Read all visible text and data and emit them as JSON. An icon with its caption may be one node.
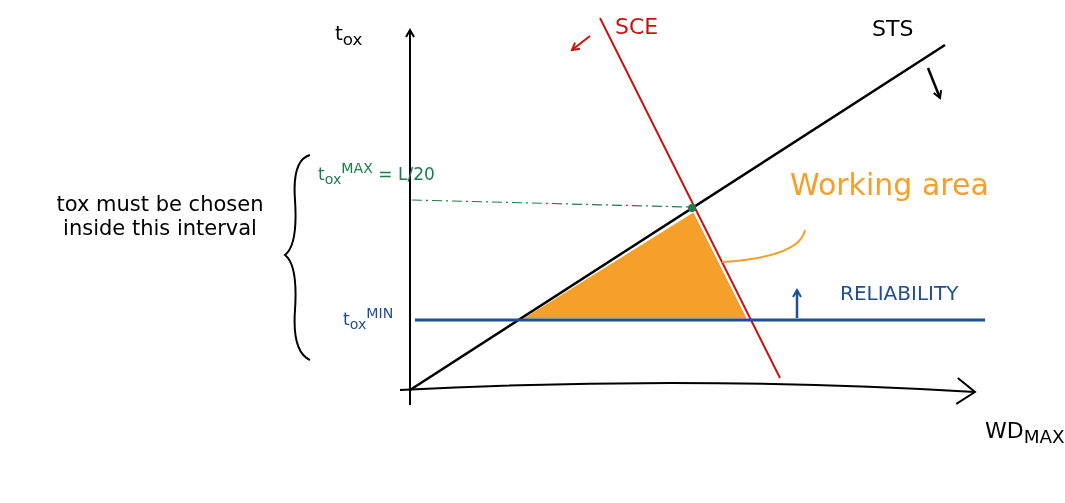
{
  "diagram": {
    "nodes": [
      {
        "text": [
          "Working area"
        ]
      },
      {
        "text": [],
        "shape": "triangle"
      }
    ],
    "edges": [
      {
        "from": 0,
        "to": 1,
        "arrow": "none"
      }
    ],
    "labels": [
      "t$_{ox}$",
      "SCE",
      "STS",
      "tox must be chosen inside this interval",
      "t$_{ox}$$^{MAX}$ = L/20",
      "t$_{ox}$$^{MIN}$",
      "RELIABILITY",
      "WD$_{MAX}$"
    ]
  }
}
